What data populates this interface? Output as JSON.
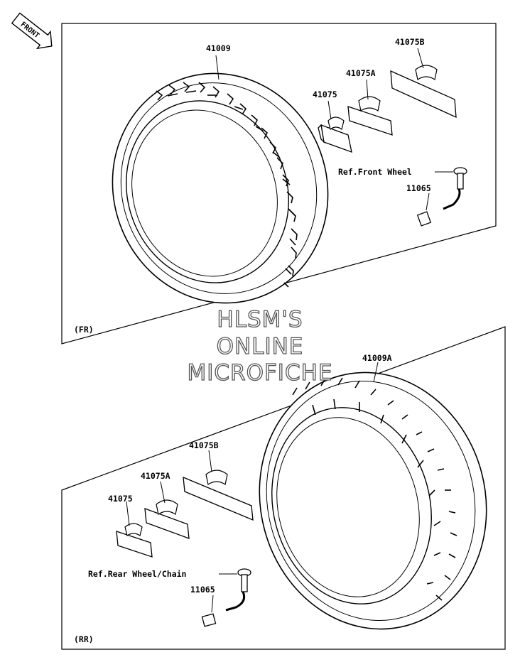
{
  "direction_tag": "FRONT",
  "front_section": {
    "tag": "(FR)",
    "tire_label": "41009",
    "weight_a_label": "41075",
    "weight_b_label": "41075A",
    "weight_c_label": "41075B",
    "valve_ref_label": "Ref.Front Wheel",
    "valve_label": "11065"
  },
  "rear_section": {
    "tag": "(RR)",
    "tire_label": "41009A",
    "weight_a_label": "41075",
    "weight_b_label": "41075A",
    "weight_c_label": "41075B",
    "valve_ref_label": "Ref.Rear Wheel/Chain",
    "valve_label": "11065"
  },
  "watermark": {
    "line1": "HLSM'S",
    "line2": "ONLINE",
    "line3": "MICROFICHE"
  }
}
